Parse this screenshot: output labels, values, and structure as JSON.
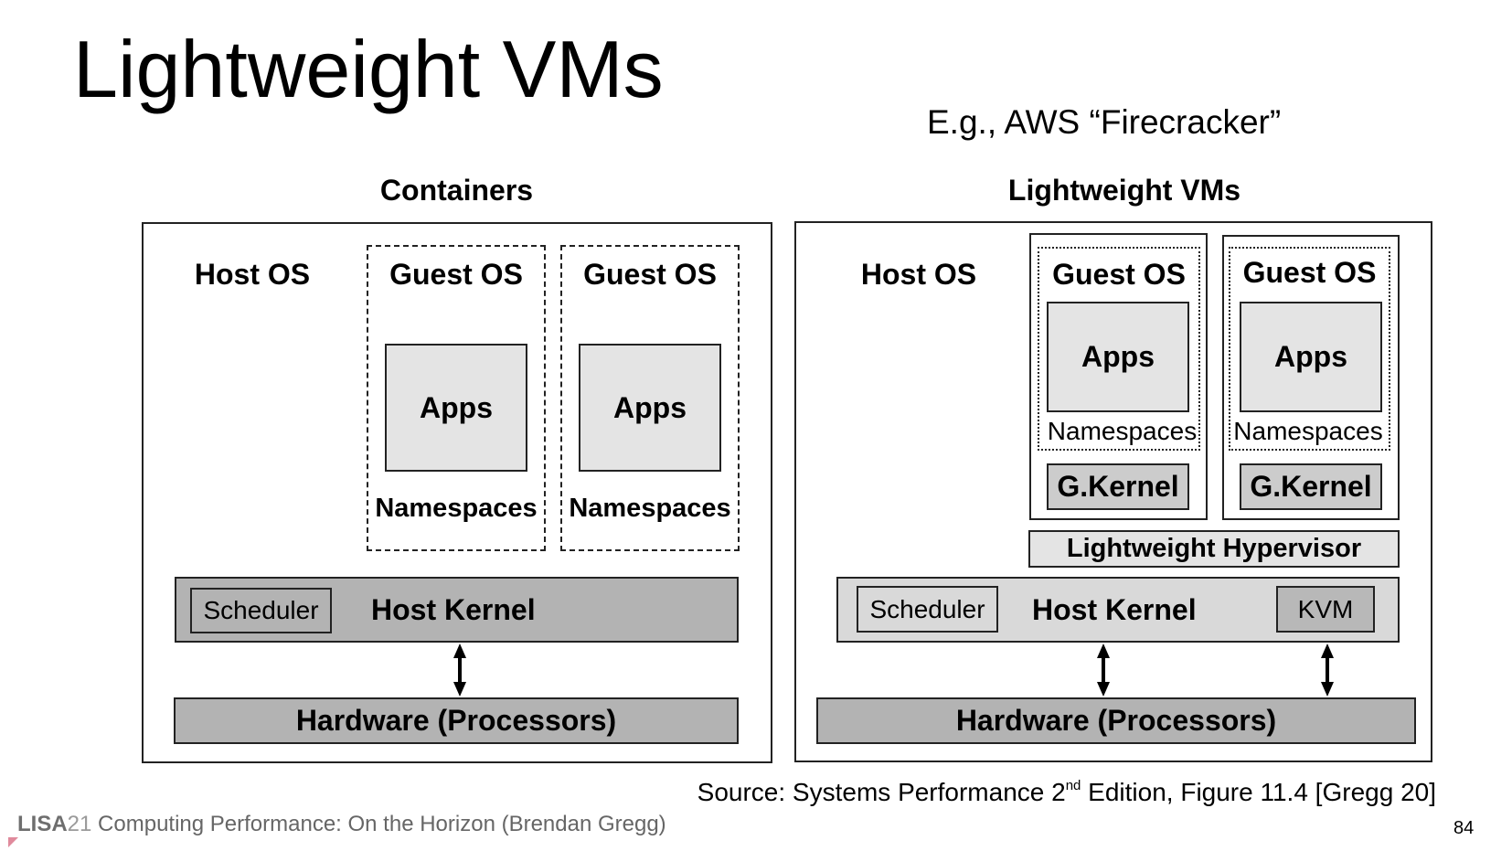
{
  "slide": {
    "title": "Lightweight VMs",
    "example_note": "E.g., AWS “Firecracker”",
    "page_number": "84"
  },
  "left_panel": {
    "heading": "Containers",
    "host_os": "Host OS",
    "guests": [
      {
        "label": "Guest OS",
        "apps": "Apps",
        "namespaces": "Namespaces"
      },
      {
        "label": "Guest OS",
        "apps": "Apps",
        "namespaces": "Namespaces"
      }
    ],
    "host_kernel": "Host Kernel",
    "scheduler": "Scheduler",
    "hardware": "Hardware (Processors)"
  },
  "right_panel": {
    "heading": "Lightweight VMs",
    "host_os": "Host OS",
    "guests": [
      {
        "label": "Guest OS",
        "apps": "Apps",
        "namespaces": "Namespaces",
        "kernel": "G.Kernel"
      },
      {
        "label": "Guest OS",
        "apps": "Apps",
        "namespaces": "Namespaces",
        "kernel": "G.Kernel"
      }
    ],
    "hypervisor": "Lightweight Hypervisor",
    "host_kernel": "Host Kernel",
    "scheduler": "Scheduler",
    "kvm": "KVM",
    "hardware": "Hardware (Processors)"
  },
  "source": {
    "prefix": "Source: Systems Performance 2",
    "superscript": "nd",
    "suffix": " Edition, Figure 11.4 [Gregg 20]"
  },
  "footer": {
    "brand": "LISA",
    "year": "21",
    "talk": " Computing Performance: On the Horizon (Brendan Gregg)"
  },
  "colors": {
    "kernel_dark": "#b3b3b3",
    "kernel_light": "#d9d9d9",
    "apps_fill": "#e4e4e4",
    "footer_text": "#666666",
    "footer_mark": "#e08a9c"
  }
}
